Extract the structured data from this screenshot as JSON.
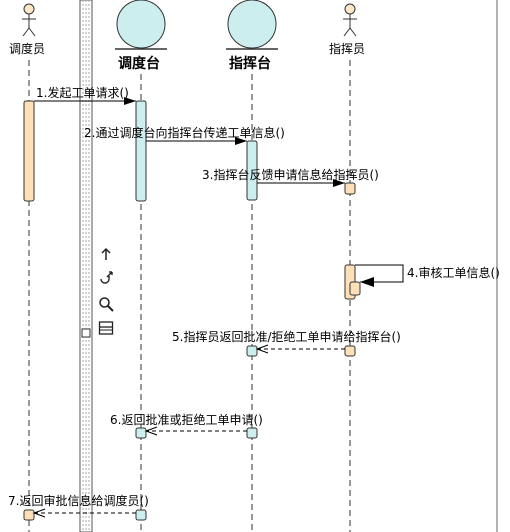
{
  "participants": [
    {
      "name": "调度员",
      "kind": "actor"
    },
    {
      "name": "调度台",
      "kind": "entity"
    },
    {
      "name": "指挥台",
      "kind": "entity"
    },
    {
      "name": "指挥员",
      "kind": "actor"
    }
  ],
  "messages": [
    {
      "label": "1.发起工单请求()",
      "style": "sync"
    },
    {
      "label": "2.通过调度台向指挥台传递工单信息()",
      "style": "sync"
    },
    {
      "label": "3.指挥台反馈申请信息给指挥员()",
      "style": "sync"
    },
    {
      "label": "4.审核工单信息()",
      "style": "self"
    },
    {
      "label": "5.指挥员返回批准/拒绝工单申请给指挥台()",
      "style": "return"
    },
    {
      "label": "6.返回批准或拒绝工单申请()",
      "style": "return"
    },
    {
      "label": "7.返回审批信息给调度员()",
      "style": "return"
    }
  ],
  "toolbar": {
    "icons": [
      "arrow-up-icon",
      "magnet-icon",
      "zoom-icon",
      "frame-icon"
    ]
  },
  "colors": {
    "actor_fill": "#fde9c8",
    "entity_fill": "#cdeeee",
    "activation_orange": "#fde0b8",
    "activation_cyan": "#cdeeee",
    "line": "#000000"
  }
}
